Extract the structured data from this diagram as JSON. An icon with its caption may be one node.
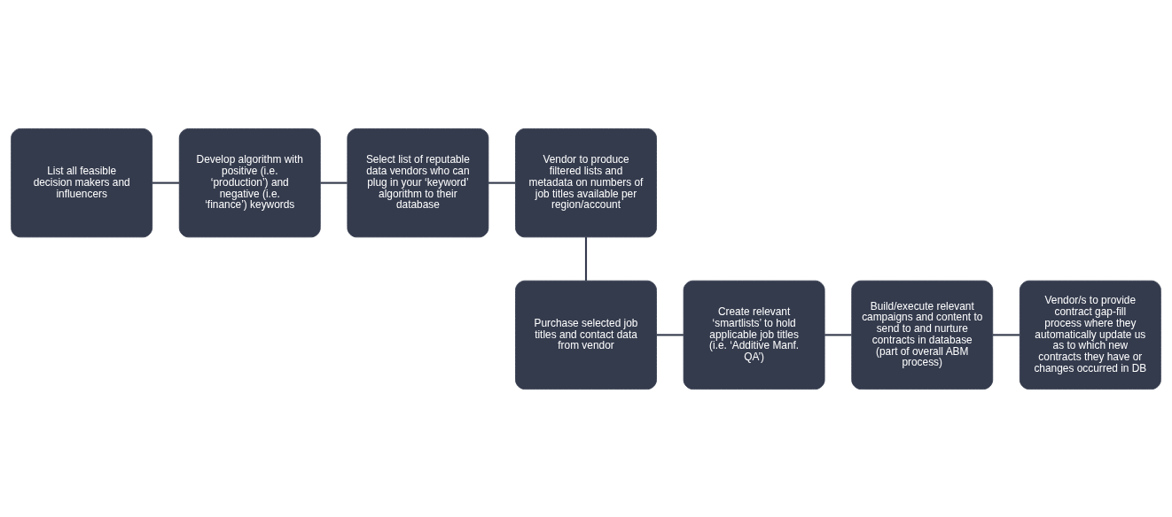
{
  "diagram": {
    "nodes": [
      {
        "text": [
          "List all feasible decision makers and influencers"
        ]
      },
      {
        "text": [
          "Develop algorithm with positive (i.e. ‘production’) and negative (i.e. ‘finance’) keywords"
        ]
      },
      {
        "text": [
          "Select list of reputable data vendors who can plug in your ‘keyword’ algorithm to their database"
        ]
      },
      {
        "text": [
          "Vendor to produce filtered lists and metadata on numbers of job titles available per region/account"
        ]
      },
      {
        "text": [
          "Purchase selected job titles and contact data from vendor"
        ]
      },
      {
        "text": [
          "Create relevant ‘smartlists’ to hold applicable job titles (i.e. ‘Additive Manf. QA’)"
        ]
      },
      {
        "text": [
          "Build/execute relevant campaigns and content to send to and nurture contracts in database (part of overall ABM process)"
        ]
      },
      {
        "text": [
          "Vendor/s to provide contract gap-fill process where they automatically update us as to which new contracts they have or changes occurred in DB"
        ]
      }
    ],
    "edges": [
      {
        "from": 0,
        "to": 1,
        "arrow": "none"
      },
      {
        "from": 1,
        "to": 2,
        "arrow": "none"
      },
      {
        "from": 2,
        "to": 3,
        "arrow": "none"
      },
      {
        "from": 3,
        "to": 4,
        "arrow": "none"
      },
      {
        "from": 4,
        "to": 5,
        "arrow": "none"
      },
      {
        "from": 5,
        "to": 6,
        "arrow": "none"
      },
      {
        "from": 6,
        "to": 7,
        "arrow": "none"
      }
    ]
  }
}
